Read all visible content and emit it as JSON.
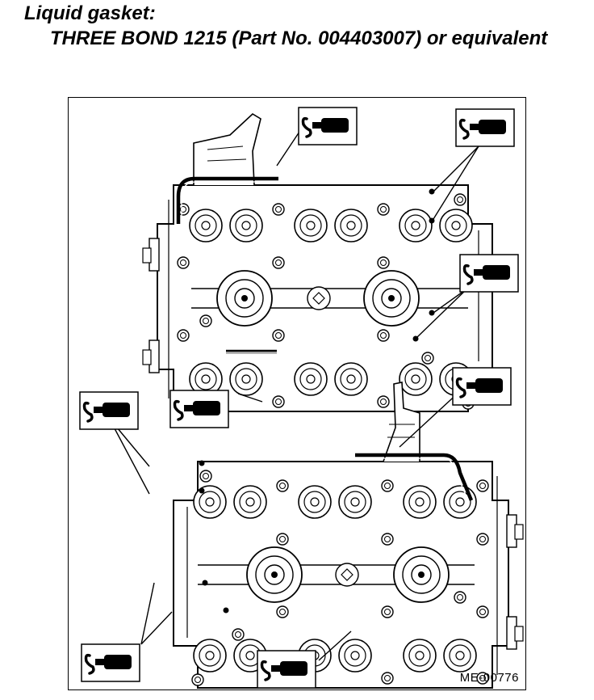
{
  "heading": "Liquid gasket:",
  "spec_line": "THREE BOND 1215 (Part No. 004403007) or equivalent",
  "figure": {
    "code": "ME-00776",
    "callout_icon": "sealant-tube-icon"
  }
}
